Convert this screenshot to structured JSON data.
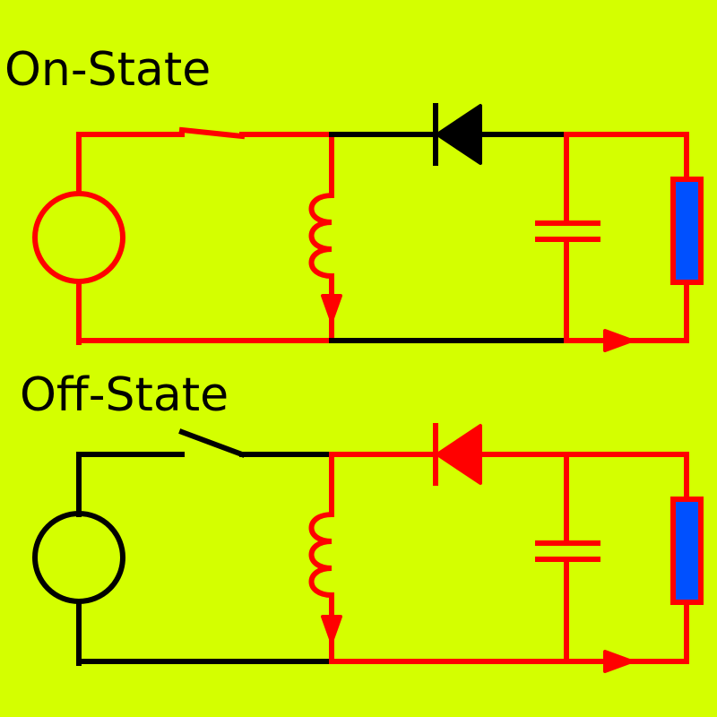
{
  "colors": {
    "background": "#d4ff00",
    "active": "#ff0000",
    "inactive": "#000000",
    "resistor_fill": "#0050ff"
  },
  "diagrams": [
    {
      "label": "On-State",
      "switch": "closed",
      "active_conductors": [
        "source",
        "switch",
        "inductor",
        "capacitor",
        "load",
        "input-loop-bottom",
        "output-loop"
      ],
      "inactive_conductors": [
        "diode",
        "diode-to-capacitor-wire",
        "inductor-to-capacitor-bottom-wire"
      ]
    },
    {
      "label": "Off-State",
      "switch": "open",
      "active_conductors": [
        "inductor",
        "diode",
        "capacitor",
        "load",
        "output-loop"
      ],
      "inactive_conductors": [
        "source",
        "switch",
        "input-loop-bottom"
      ]
    }
  ]
}
